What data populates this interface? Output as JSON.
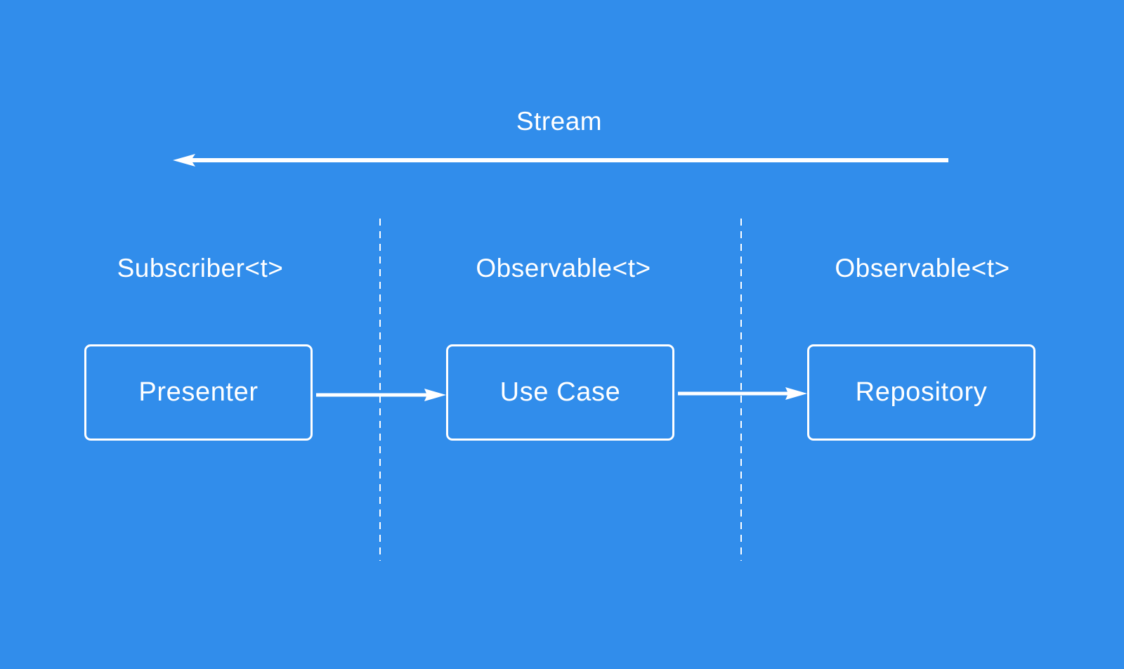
{
  "colors": {
    "background": "#318deb",
    "foreground": "#ffffff"
  },
  "stream": {
    "label": "Stream",
    "direction": "right-to-left"
  },
  "layers": [
    {
      "type_label": "Subscriber<t>",
      "component": "Presenter"
    },
    {
      "type_label": "Observable<t>",
      "component": "Use Case"
    },
    {
      "type_label": "Observable<t>",
      "component": "Repository"
    }
  ],
  "connections": [
    {
      "from": "Presenter",
      "to": "Use Case"
    },
    {
      "from": "Use Case",
      "to": "Repository"
    }
  ]
}
